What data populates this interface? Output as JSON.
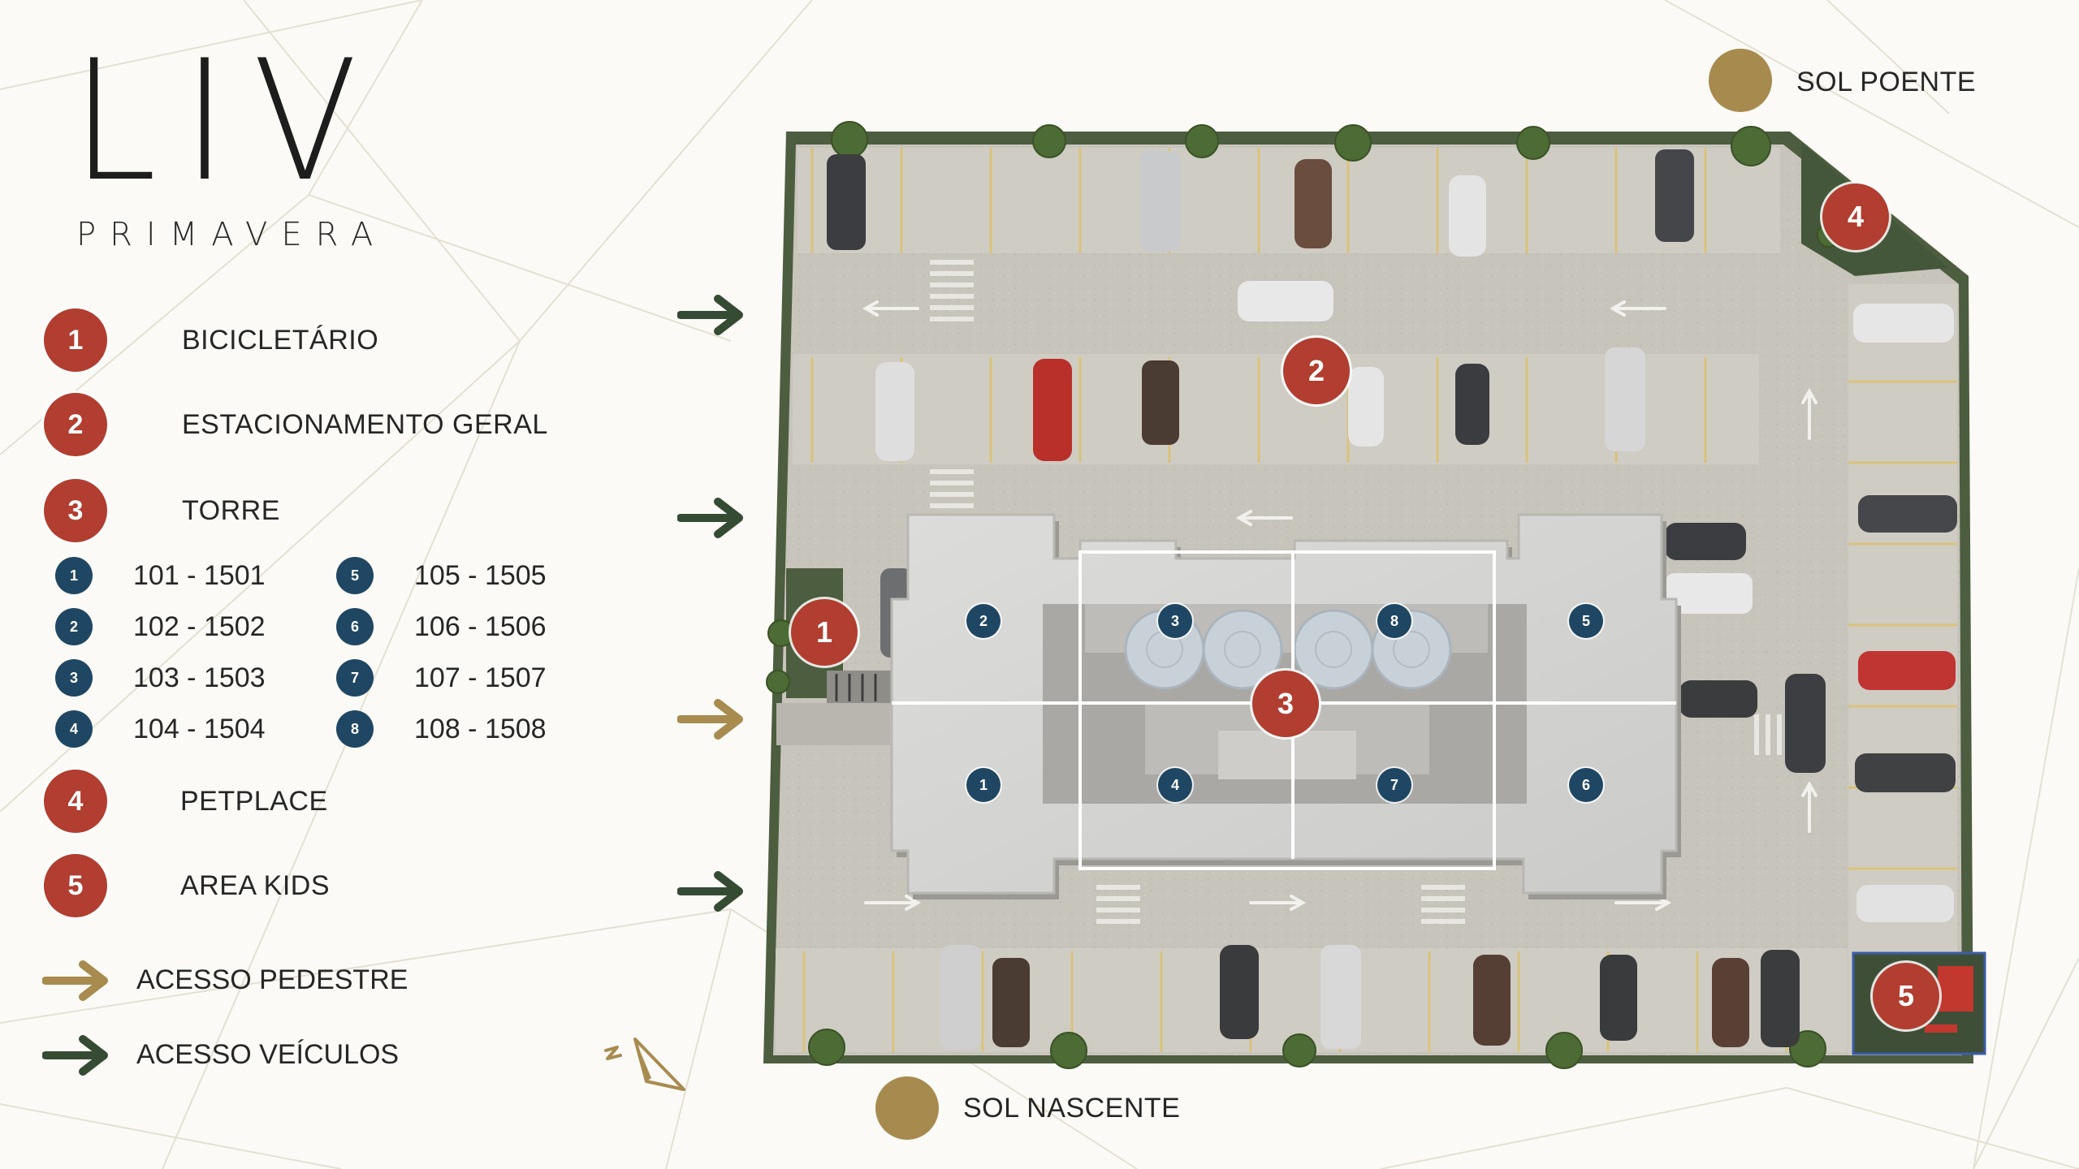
{
  "logo": {
    "title": "LIV",
    "subtitle": "PRIMAVERA"
  },
  "legend": {
    "items": [
      {
        "num": "1",
        "label": "BICICLETÁRIO"
      },
      {
        "num": "2",
        "label": "ESTACIONAMENTO GERAL"
      },
      {
        "num": "3",
        "label": "TORRE"
      },
      {
        "num": "4",
        "label": "PETPLACE"
      },
      {
        "num": "5",
        "label": "AREA KIDS"
      }
    ],
    "units": [
      {
        "num": "1",
        "label": "101 - 1501"
      },
      {
        "num": "2",
        "label": "102 - 1502"
      },
      {
        "num": "3",
        "label": "103 - 1503"
      },
      {
        "num": "4",
        "label": "104 - 1504"
      },
      {
        "num": "5",
        "label": "105 - 1505"
      },
      {
        "num": "6",
        "label": "106 - 1506"
      },
      {
        "num": "7",
        "label": "107 - 1507"
      },
      {
        "num": "8",
        "label": "108 - 1508"
      }
    ],
    "pedestrian_access": "ACESSO PEDESTRE",
    "vehicle_access": "ACESSO VEÍCULOS"
  },
  "sun": {
    "west": "SOL POENTE",
    "east": "SOL NASCENTE"
  },
  "colors": {
    "badge_red": "#b13e30",
    "unit_blue": "#1f4763",
    "pedestrian_arrow": "#a88b4f",
    "vehicle_arrow": "#354b33",
    "sun": "#a78a4e"
  },
  "plan": {
    "tower_units": [
      "1",
      "2",
      "3",
      "4",
      "5",
      "6",
      "7",
      "8"
    ],
    "areas": [
      "1",
      "2",
      "3",
      "4",
      "5"
    ]
  }
}
